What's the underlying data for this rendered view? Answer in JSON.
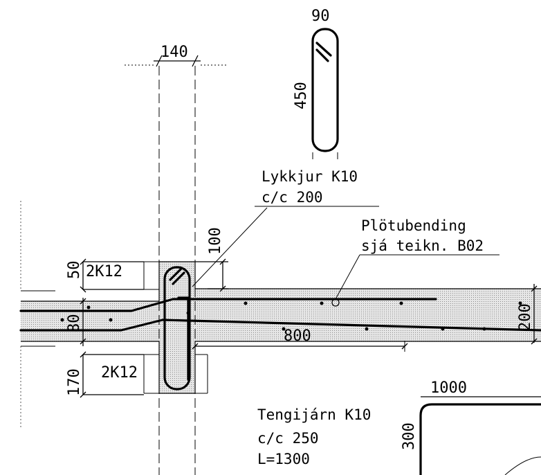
{
  "drawing": {
    "dimensions": {
      "column_width": "140",
      "stirrup_width": "90",
      "stirrup_height": "450",
      "top_offset": "50",
      "slab_left": "80",
      "bottom_offset": "170",
      "lap_top": "100",
      "lap_bottom": "800",
      "slab_right": "200",
      "tie_width": "1000",
      "tie_height": "300"
    },
    "labels": {
      "top_bars": "2K12",
      "bottom_bars": "2K12",
      "stirrup_name": "Lykkjur K10",
      "stirrup_spacing": "c/c 200",
      "slab_bend_name": "Plötubending",
      "slab_bend_ref": "sjá teikn. B02",
      "tie_name": "Tengijárn K10",
      "tie_spacing": "c/c 250",
      "tie_length": "L=1300"
    }
  }
}
